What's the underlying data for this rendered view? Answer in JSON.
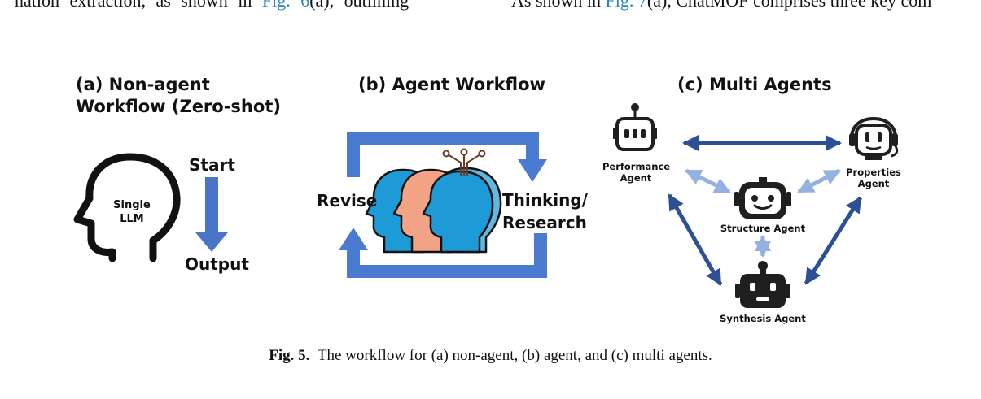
{
  "header_text": {
    "left": {
      "before": "nation extraction, as shown in ",
      "link": "Fig. 6",
      "after": "(a), outlining"
    },
    "right": {
      "before": "As shown in ",
      "link": "Fig. 7",
      "after": "(a), ChatMOF comprises three key com"
    }
  },
  "figure": {
    "panel_a": {
      "title_line1": "(a) Non-agent",
      "title_line2": "Workflow (Zero-shot)",
      "head_label_line1": "Single",
      "head_label_line2": "LLM",
      "start_label": "Start",
      "output_label": "Output"
    },
    "panel_b": {
      "title": "(b) Agent Workflow",
      "revise_label": "Revise",
      "thinking_label": "Thinking/",
      "research_label": "Research"
    },
    "panel_c": {
      "title": "(c) Multi Agents",
      "agents": {
        "performance_line1": "Performance",
        "performance_line2": "Agent",
        "properties_line1": "Properties",
        "properties_line2": "Agent",
        "structure": "Structure Agent",
        "synthesis": "Synthesis Agent"
      }
    },
    "colors": {
      "arrow_blue": "#4a74c8",
      "loop_blue": "#4b7bd0",
      "dark_arrow": "#2d4f96",
      "light_arrow": "#94b1e2",
      "head_salmon": "#f2a385",
      "head_blue": "#1e9ad6",
      "head_light": "#63b7df",
      "robot": "#1f1f1f"
    },
    "caption": {
      "label": "Fig. 5.",
      "text": "The workflow for (a) non-agent, (b) agent, and (c) multi agents."
    }
  }
}
